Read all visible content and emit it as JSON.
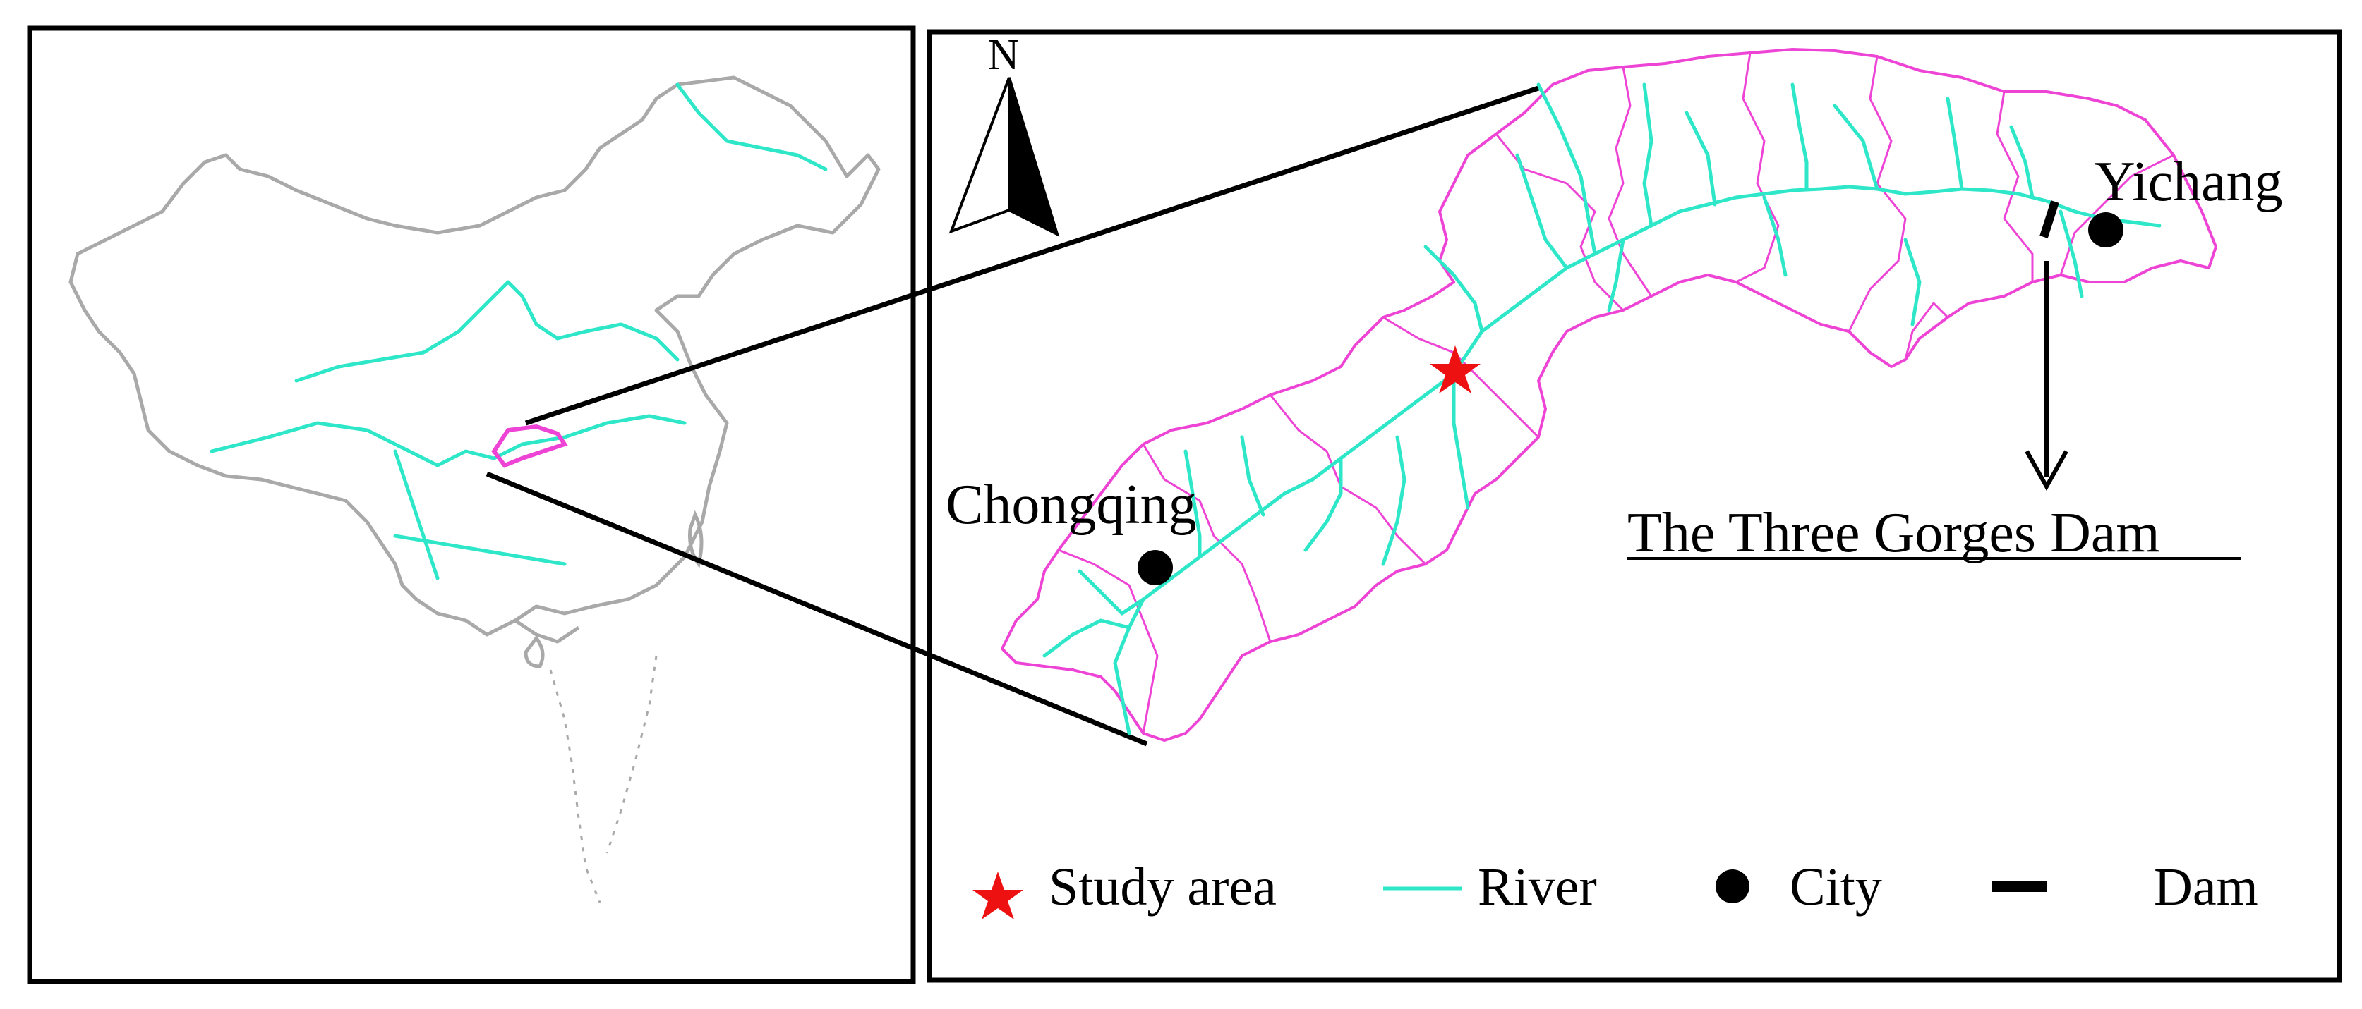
{
  "north_arrow": {
    "label": "N"
  },
  "cities": [
    {
      "id": "chongqing",
      "name": "Chongqing"
    },
    {
      "id": "yichang",
      "name": "Yichang"
    }
  ],
  "dam_label": "The Three Gorges Dam",
  "legend": {
    "study_area": "Study area",
    "river": "River",
    "city": "City",
    "dam": "Dam"
  },
  "colors": {
    "river": "#2ee6c8",
    "boundary": "#ee44d6",
    "country_outline": "#a9a9a9",
    "study_area_star": "#ee1111",
    "frame": "#000000"
  }
}
